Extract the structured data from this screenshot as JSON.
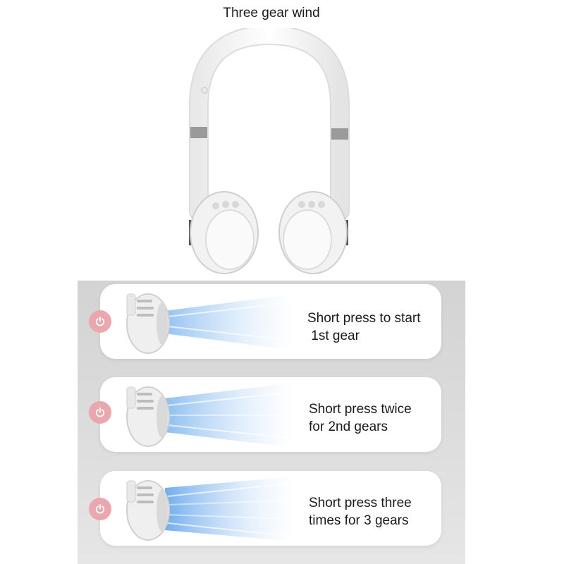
{
  "title": "Three gear wind",
  "colors": {
    "panel": "#d6d6d6",
    "card": "#ffffff",
    "power_button": "#eaa7ad",
    "air_flow": "#7fb6ef"
  },
  "steps": [
    {
      "icon": "power-icon",
      "text": "Short press to start\n 1st gear"
    },
    {
      "icon": "power-icon",
      "text": "Short press twice\nfor 2nd gears"
    },
    {
      "icon": "power-icon",
      "text": "Short press three\ntimes for 3 gears"
    }
  ]
}
